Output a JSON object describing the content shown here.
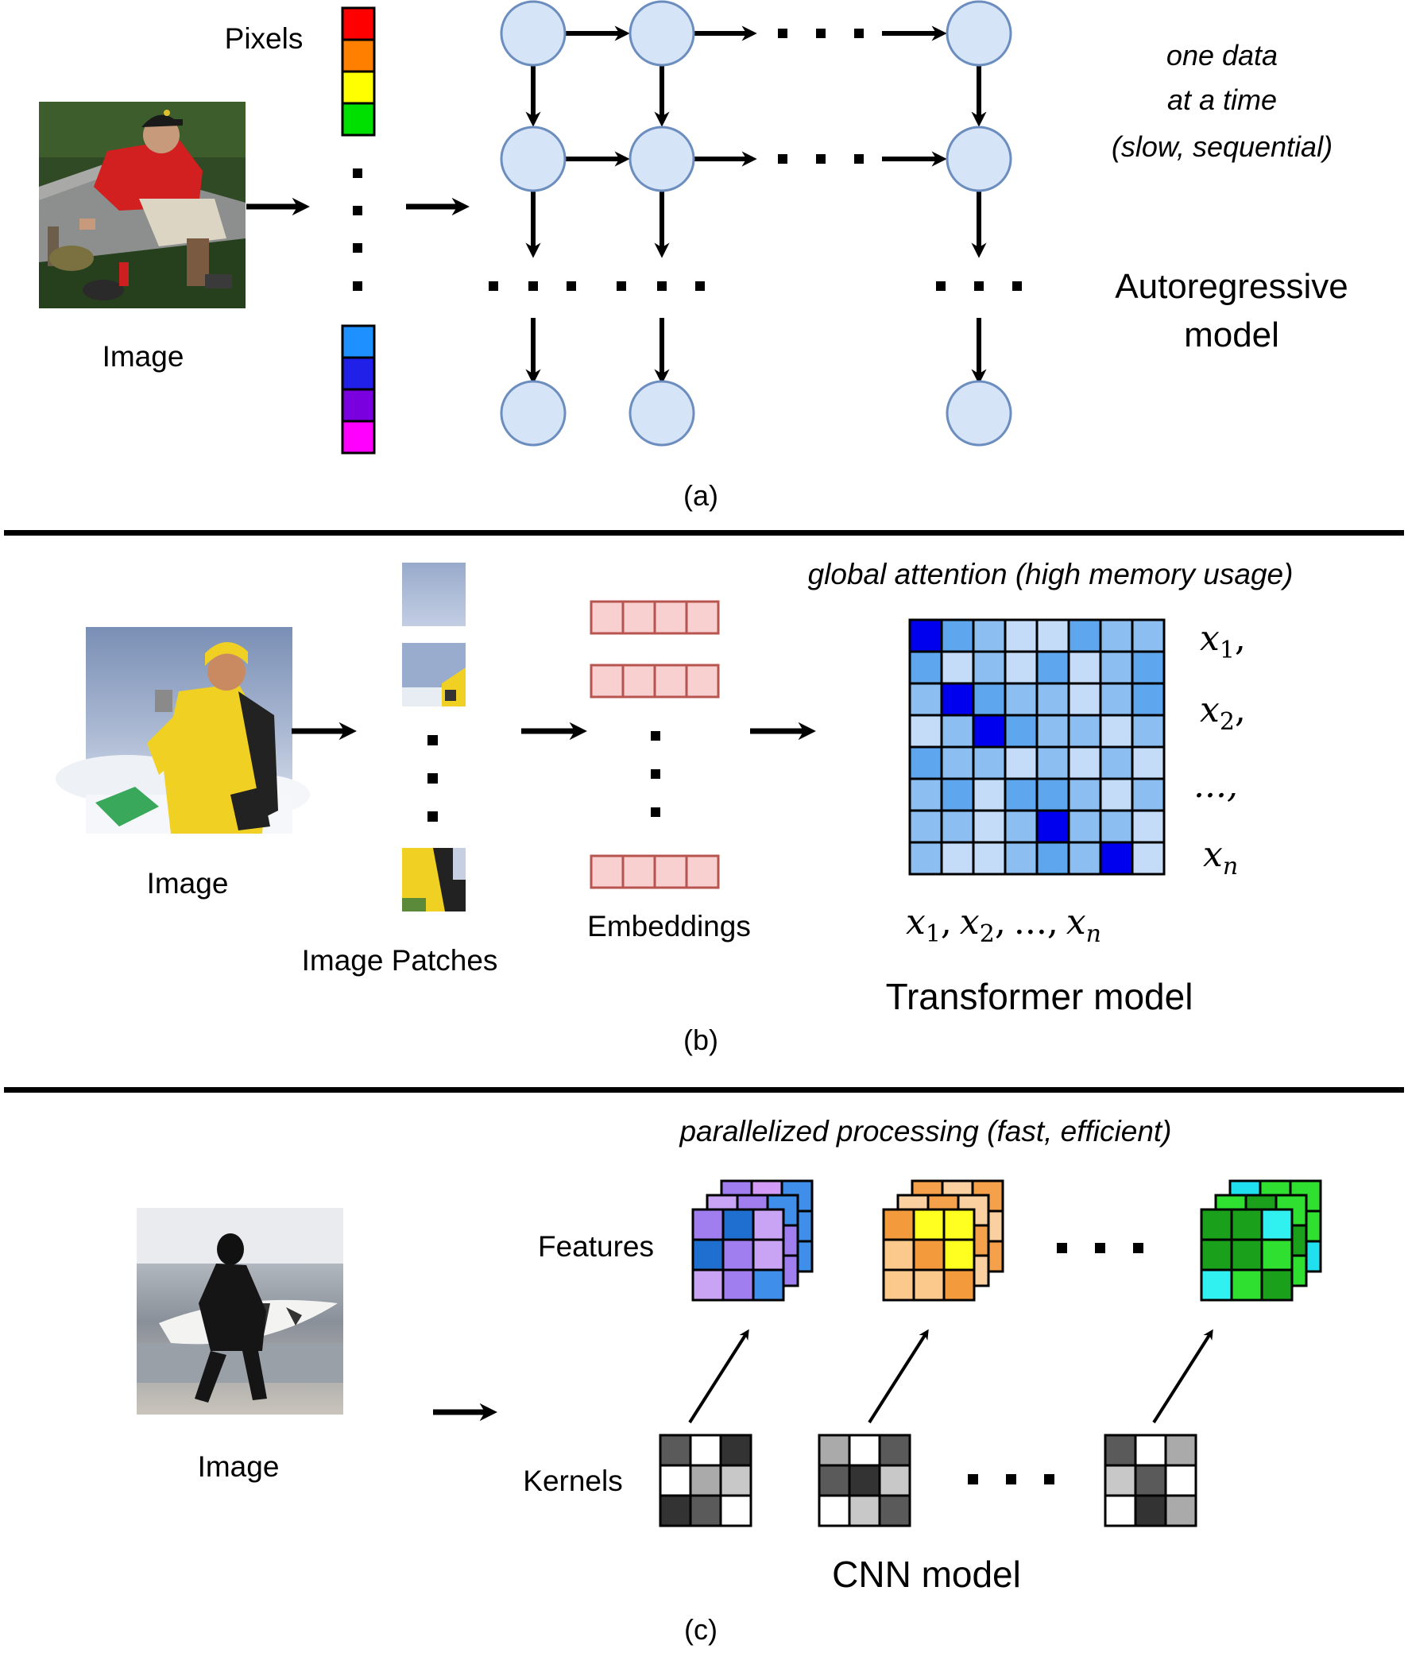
{
  "panel_a": {
    "pixels_label": "Pixels",
    "image_label": "Image",
    "note_lines": [
      "one data",
      "at a time",
      "(slow, sequential)"
    ],
    "model_lines": [
      "Autoregressive",
      "model"
    ],
    "caption": "(a)",
    "pixel_colors_top": [
      "#ff0000",
      "#ff8000",
      "#ffff00",
      "#00e000"
    ],
    "pixel_colors_bottom": [
      "#1e90ff",
      "#2020e8",
      "#7a00e0",
      "#ff00ff"
    ],
    "node_fill": "#d6e4f7",
    "node_stroke": "#6c8ebf"
  },
  "panel_b": {
    "attention_note": "global attention (high memory usage)",
    "image_label": "Image",
    "patches_label": "Image Patches",
    "embeddings_label": "Embeddings",
    "model_label": "Transformer model",
    "caption": "(b)",
    "row_labels": [
      {
        "base": "x",
        "sub": "1",
        "suffix": ","
      },
      {
        "base": "x",
        "sub": "2",
        "suffix": ","
      },
      {
        "base": "...",
        "sub": "",
        "suffix": ","
      },
      {
        "base": "x",
        "sub": "n",
        "suffix": ""
      }
    ],
    "col_label_tokens": [
      "x",
      "1",
      ",",
      "x",
      "2",
      ",",
      "...",
      ",",
      "x",
      "n"
    ],
    "embedding_fill": "#f8d0d0",
    "embedding_stroke": "#b85450",
    "attention_matrix": [
      [
        0,
        2,
        3,
        4,
        4,
        2,
        3,
        3
      ],
      [
        2,
        4,
        3,
        4,
        2,
        4,
        3,
        2
      ],
      [
        3,
        0,
        2,
        3,
        3,
        4,
        3,
        2
      ],
      [
        4,
        3,
        0,
        2,
        3,
        3,
        4,
        3
      ],
      [
        2,
        3,
        3,
        4,
        3,
        4,
        3,
        4
      ],
      [
        3,
        2,
        4,
        2,
        2,
        3,
        4,
        3
      ],
      [
        3,
        3,
        4,
        3,
        0,
        3,
        3,
        4
      ],
      [
        3,
        4,
        4,
        3,
        2,
        3,
        0,
        4
      ]
    ],
    "attention_palette": [
      "#0000ee",
      "#1e7ce6",
      "#5ea6ee",
      "#8cbef2",
      "#c4dcf8"
    ]
  },
  "panel_c": {
    "processing_note": "parallelized processing (fast, efficient)",
    "image_label": "Image",
    "features_label": "Features",
    "kernels_label": "Kernels",
    "model_label": "CNN model",
    "caption": "(c)",
    "feature_maps": [
      {
        "back": [
          "#a07ef0",
          "#d29cf6",
          "#3e8eea",
          "#c9a4f4",
          "#d29cf6",
          "#3e8eea",
          "#a07ef0",
          "#d29cf6",
          "#3e8eea"
        ],
        "mid": [
          "#c9a4f4",
          "#a07ef0",
          "#3e8eea",
          "#d29cf6",
          "#c9a4f4",
          "#a07ef0",
          "#3e8eea",
          "#d29cf6",
          "#a07ef0"
        ],
        "front": [
          "#a07ef0",
          "#1e6fd0",
          "#c9a4f4",
          "#1e6fd0",
          "#a07ef0",
          "#c9a4f4",
          "#c9a4f4",
          "#a07ef0",
          "#3e8eea"
        ]
      },
      {
        "back": [
          "#f5a04a",
          "#fbd0a0",
          "#f5a04a",
          "#fbd0a0",
          "#f5a04a",
          "#fbd0a0",
          "#f5a04a",
          "#fbd0a0",
          "#f5a04a"
        ],
        "mid": [
          "#fbd0a0",
          "#f5a04a",
          "#fbd0a0",
          "#f5a04a",
          "#fbd0a0",
          "#f5a04a",
          "#fbd0a0",
          "#f5a04a",
          "#fbd0a0"
        ],
        "front": [
          "#f29a3c",
          "#ffff20",
          "#ffff20",
          "#fcc98d",
          "#f29a3c",
          "#ffff20",
          "#fcc98d",
          "#fcc98d",
          "#f29a3c"
        ]
      },
      {
        "back": [
          "#20e0f0",
          "#30e030",
          "#30e030",
          "#30c030",
          "#20e0f0",
          "#30e030",
          "#30e030",
          "#30c030",
          "#20e0f0"
        ],
        "mid": [
          "#30e030",
          "#1aa01a",
          "#30e030",
          "#1aa01a",
          "#30e030",
          "#1aa01a",
          "#30e030",
          "#1aa01a",
          "#30e030"
        ],
        "front": [
          "#1aa01a",
          "#1aa01a",
          "#30f0f0",
          "#1aa01a",
          "#1aa01a",
          "#30e030",
          "#30f0f0",
          "#30e030",
          "#1aa01a"
        ]
      }
    ],
    "kernels": [
      [
        "#5a5a5a",
        "#ffffff",
        "#333333",
        "#ffffff",
        "#aaaaaa",
        "#c8c8c8",
        "#333333",
        "#5a5a5a",
        "#ffffff"
      ],
      [
        "#aaaaaa",
        "#ffffff",
        "#5a5a5a",
        "#5a5a5a",
        "#333333",
        "#c8c8c8",
        "#ffffff",
        "#c8c8c8",
        "#5a5a5a"
      ],
      [
        "#5a5a5a",
        "#ffffff",
        "#aaaaaa",
        "#c8c8c8",
        "#5a5a5a",
        "#ffffff",
        "#ffffff",
        "#333333",
        "#aaaaaa"
      ]
    ]
  }
}
